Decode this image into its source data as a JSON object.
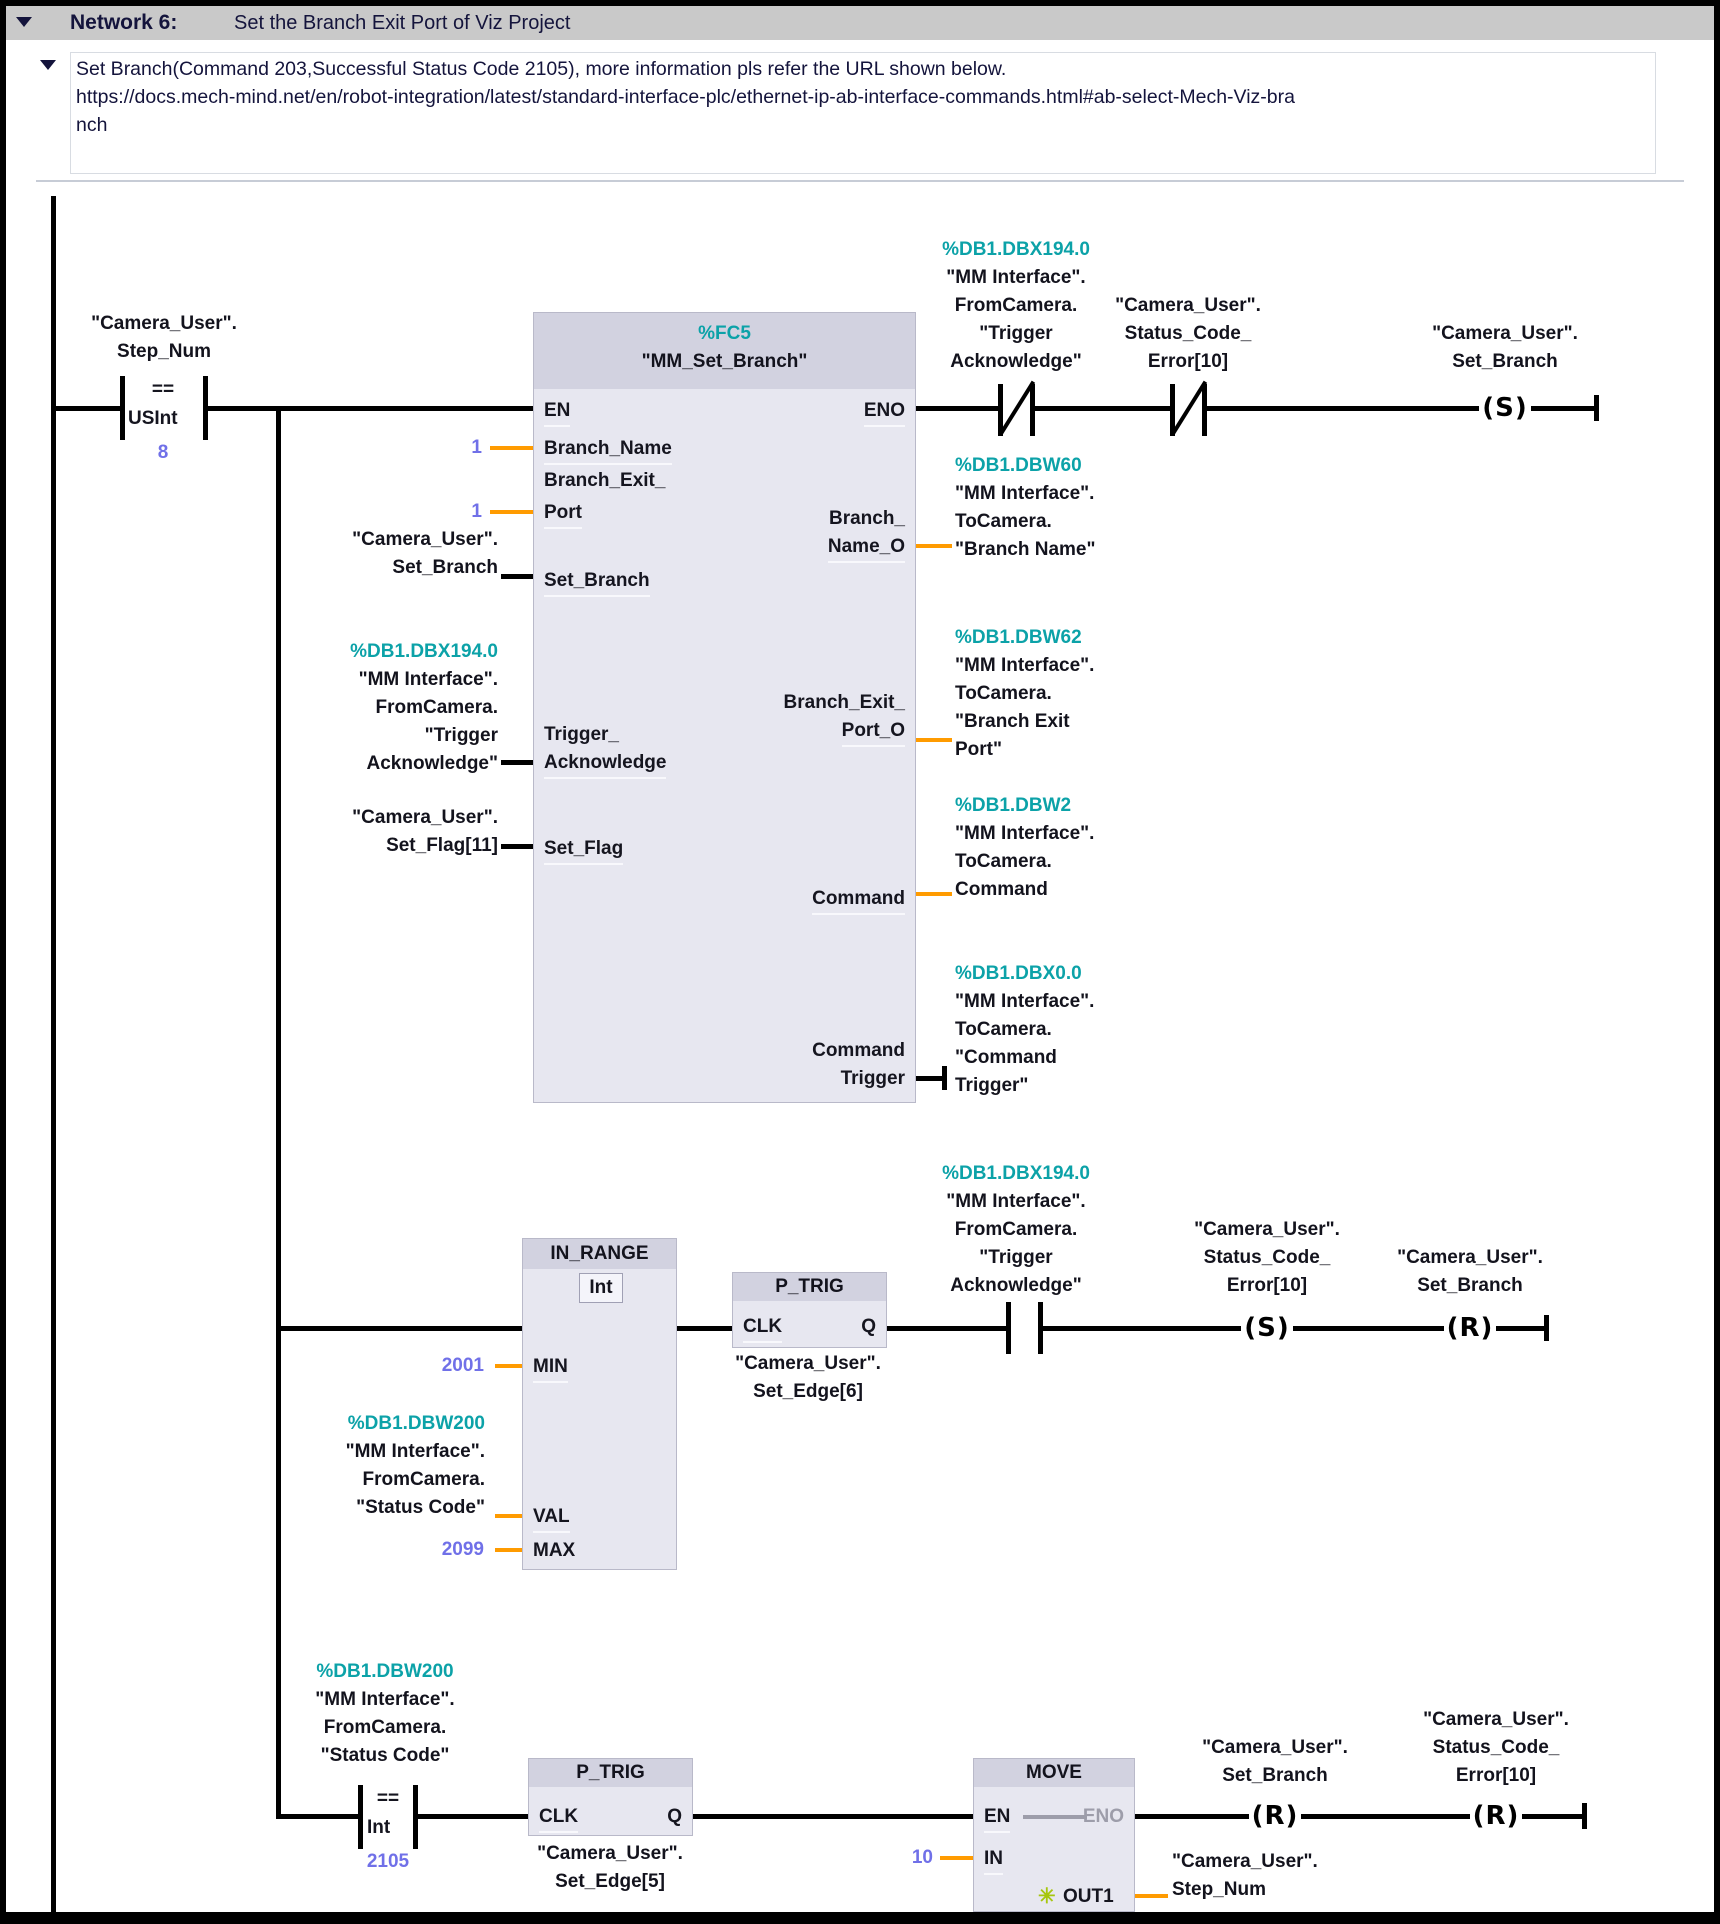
{
  "titlebar": {
    "network_label": "Network 6:",
    "network_title": "Set the Branch Exit Port of Viz Project"
  },
  "comment": {
    "lines": [
      "Set Branch(Command 203,Successful Status Code 2105), more information pls refer the URL shown below.",
      "https://docs.mech-mind.net/en/robot-integration/latest/standard-interface-plc/ethernet-ip-ab-interface-commands.html#ab-select-Mech-Viz-bra",
      "nch"
    ]
  },
  "colors": {
    "address_teal": "#0ca2a8",
    "constant_blue": "#7070e8",
    "wire_orange": "#ff9b00",
    "block_fill": "#e7e7f0",
    "block_header": "#d2d2e0"
  },
  "rung1": {
    "cmp": {
      "operand": [
        "\"Camera_User\".",
        "Step_Num"
      ],
      "op": "==",
      "type": "USInt",
      "value": "8"
    },
    "fc5": {
      "address": "%FC5",
      "name": "\"MM_Set_Branch\"",
      "pin_en": "EN",
      "pin_eno": "ENO",
      "pin_branch_name": "Branch_Name",
      "pin_branch_exit": "Branch_Exit_",
      "pin_port": "Port",
      "pin_set_branch": "Set_Branch",
      "pin_trigger1": "Trigger_",
      "pin_trigger2": "Acknowledge",
      "pin_set_flag": "Set_Flag",
      "pin_branch_name_o1": "Branch_",
      "pin_branch_name_o2": "Name_O",
      "pin_branch_exit_o1": "Branch_Exit_",
      "pin_branch_exit_o2": "Port_O",
      "pin_command": "Command",
      "pin_cmd_trig1": "Command",
      "pin_cmd_trig2": "Trigger",
      "val_branch_name": "1",
      "val_port": "1",
      "op_set_branch": [
        "\"Camera_User\".",
        "Set_Branch"
      ],
      "op_trigger_ack": [
        "%DB1.DBX194.0",
        "\"MM Interface\".",
        "FromCamera.",
        "\"Trigger",
        "Acknowledge\""
      ],
      "op_set_flag": [
        "\"Camera_User\".",
        "Set_Flag[11]"
      ],
      "op_branch_name_o": [
        "%DB1.DBW60",
        "\"MM Interface\".",
        "ToCamera.",
        "\"Branch Name\""
      ],
      "op_branch_exit_o": [
        "%DB1.DBW62",
        "\"MM Interface\".",
        "ToCamera.",
        "\"Branch Exit",
        "Port\""
      ],
      "op_command": [
        "%DB1.DBW2",
        "\"MM Interface\".",
        "ToCamera.",
        "Command"
      ],
      "op_cmd_trigger": [
        "%DB1.DBX0.0",
        "\"MM Interface\".",
        "ToCamera.",
        "\"Command",
        "Trigger\""
      ]
    },
    "nc1_label": [
      "%DB1.DBX194.0",
      "\"MM Interface\".",
      "FromCamera.",
      "\"Trigger",
      "Acknowledge\""
    ],
    "nc2_label": [
      "\"Camera_User\".",
      "Status_Code_",
      "Error[10]"
    ],
    "coil_s": {
      "symbol": "(S)",
      "label": [
        "\"Camera_User\".",
        "Set_Branch"
      ]
    }
  },
  "rung2": {
    "in_range": {
      "name": "IN_RANGE",
      "type": "Int",
      "pin_min": "MIN",
      "pin_val": "VAL",
      "pin_max": "MAX",
      "val_min": "2001",
      "val_max": "2099",
      "op_val": [
        "%DB1.DBW200",
        "\"MM Interface\".",
        "FromCamera.",
        "\"Status Code\""
      ]
    },
    "p_trig": {
      "name": "P_TRIG",
      "pin_clk": "CLK",
      "pin_q": "Q",
      "operand": [
        "\"Camera_User\".",
        "Set_Edge[6]"
      ]
    },
    "no_label": [
      "%DB1.DBX194.0",
      "\"MM Interface\".",
      "FromCamera.",
      "\"Trigger",
      "Acknowledge\""
    ],
    "coil_s": {
      "symbol": "(S)",
      "label": [
        "\"Camera_User\".",
        "Status_Code_",
        "Error[10]"
      ]
    },
    "coil_r": {
      "symbol": "(R)",
      "label": [
        "\"Camera_User\".",
        "Set_Branch"
      ]
    }
  },
  "rung3": {
    "cmp": {
      "operand": [
        "%DB1.DBW200",
        "\"MM Interface\".",
        "FromCamera.",
        "\"Status Code\""
      ],
      "op": "==",
      "type": "Int",
      "value": "2105"
    },
    "p_trig": {
      "name": "P_TRIG",
      "pin_clk": "CLK",
      "pin_q": "Q",
      "operand": [
        "\"Camera_User\".",
        "Set_Edge[5]"
      ]
    },
    "move": {
      "name": "MOVE",
      "pin_en": "EN",
      "pin_eno": "ENO",
      "pin_in": "IN",
      "pin_out1": "OUT1",
      "val_in": "10",
      "star": "✳",
      "op_out1": [
        "\"Camera_User\".",
        "Step_Num"
      ]
    },
    "coil_r1": {
      "symbol": "(R)",
      "label": [
        "\"Camera_User\".",
        "Set_Branch"
      ]
    },
    "coil_r2": {
      "symbol": "(R)",
      "label": [
        "\"Camera_User\".",
        "Status_Code_",
        "Error[10]"
      ]
    }
  }
}
